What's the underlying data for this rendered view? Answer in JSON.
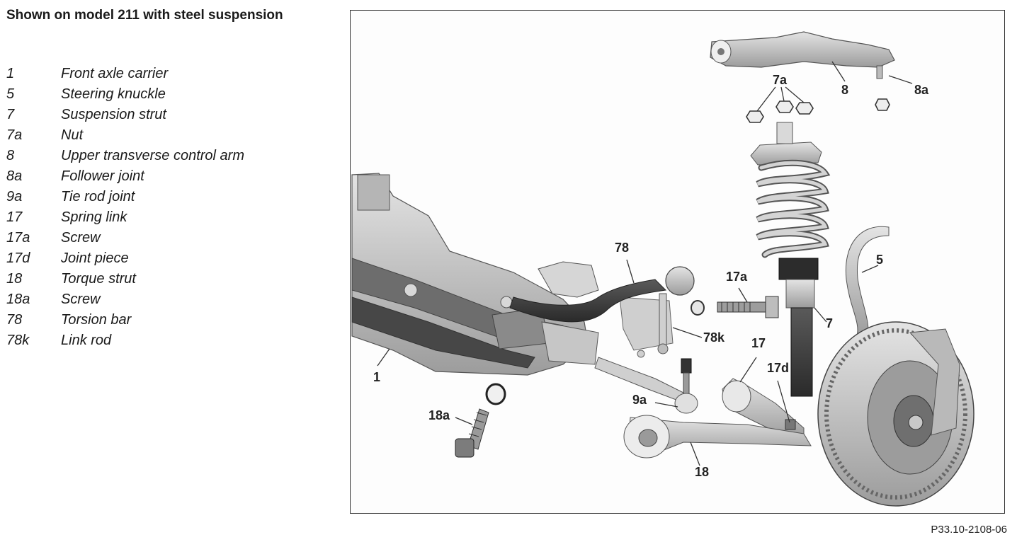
{
  "heading": "Shown on model 211 with steel suspension",
  "legend": [
    {
      "num": "1",
      "text": "Front axle carrier"
    },
    {
      "num": "5",
      "text": "Steering knuckle"
    },
    {
      "num": "7",
      "text": "Suspension strut"
    },
    {
      "num": "7a",
      "text": "Nut"
    },
    {
      "num": "8",
      "text": "Upper transverse control arm"
    },
    {
      "num": "8a",
      "text": "Follower joint"
    },
    {
      "num": "9a",
      "text": "Tie rod joint"
    },
    {
      "num": "17",
      "text": "Spring link"
    },
    {
      "num": "17a",
      "text": "Screw"
    },
    {
      "num": "17d",
      "text": "Joint piece"
    },
    {
      "num": "18",
      "text": "Torque strut"
    },
    {
      "num": "18a",
      "text": "Screw"
    },
    {
      "num": "78",
      "text": "Torsion bar"
    },
    {
      "num": "78k",
      "text": "Link rod"
    }
  ],
  "callouts": {
    "c1": "1",
    "c5": "5",
    "c7": "7",
    "c7a": "7a",
    "c8": "8",
    "c8a": "8a",
    "c9a": "9a",
    "c17": "17",
    "c17a": "17a",
    "c17d": "17d",
    "c18": "18",
    "c18a": "18a",
    "c78": "78",
    "c78k": "78k"
  },
  "figure_code": "P33.10-2108-06"
}
